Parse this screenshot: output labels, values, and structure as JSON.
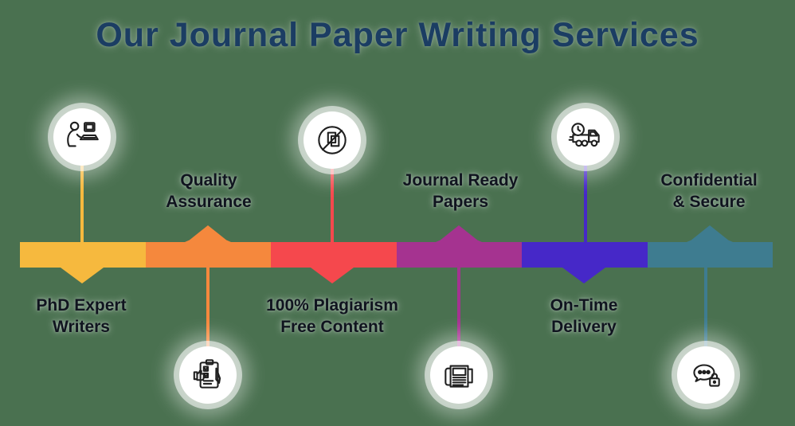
{
  "background_color": "#4A7150",
  "label_text_color": "#10141F",
  "title": {
    "text": "Our Journal Paper Writing Services",
    "color": "#1B3D63"
  },
  "services": [
    {
      "name": "phd-expert-writers",
      "lines": [
        "PhD Expert",
        "Writers"
      ],
      "color": "#F6B93E",
      "icon": "writer-at-computer-icon",
      "icon_position": "above-band",
      "label_position": "below-band"
    },
    {
      "name": "quality-assurance",
      "lines": [
        "Quality",
        "Assurance"
      ],
      "color": "#F5883D",
      "icon": "clipboard-check-icon",
      "icon_position": "below-band",
      "label_position": "above-band"
    },
    {
      "name": "plagiarism-free",
      "lines": [
        "100% Plagiarism",
        "Free Content"
      ],
      "color": "#F5484D",
      "icon": "no-copy-icon",
      "icon_position": "above-band",
      "label_position": "below-band"
    },
    {
      "name": "journal-ready-papers",
      "lines": [
        "Journal Ready",
        "Papers"
      ],
      "color": "#A53390",
      "icon": "journal-papers-icon",
      "icon_position": "below-band",
      "label_position": "above-band"
    },
    {
      "name": "on-time-delivery",
      "lines": [
        "On-Time",
        "Delivery"
      ],
      "color": "#4628C8",
      "icon": "delivery-truck-clock-icon",
      "icon_position": "above-band",
      "label_position": "below-band"
    },
    {
      "name": "confidential-secure",
      "lines": [
        "Confidential",
        "& Secure"
      ],
      "color": "#3E7C90",
      "icon": "secure-chat-lock-icon",
      "icon_position": "below-band",
      "label_position": "above-band"
    }
  ]
}
